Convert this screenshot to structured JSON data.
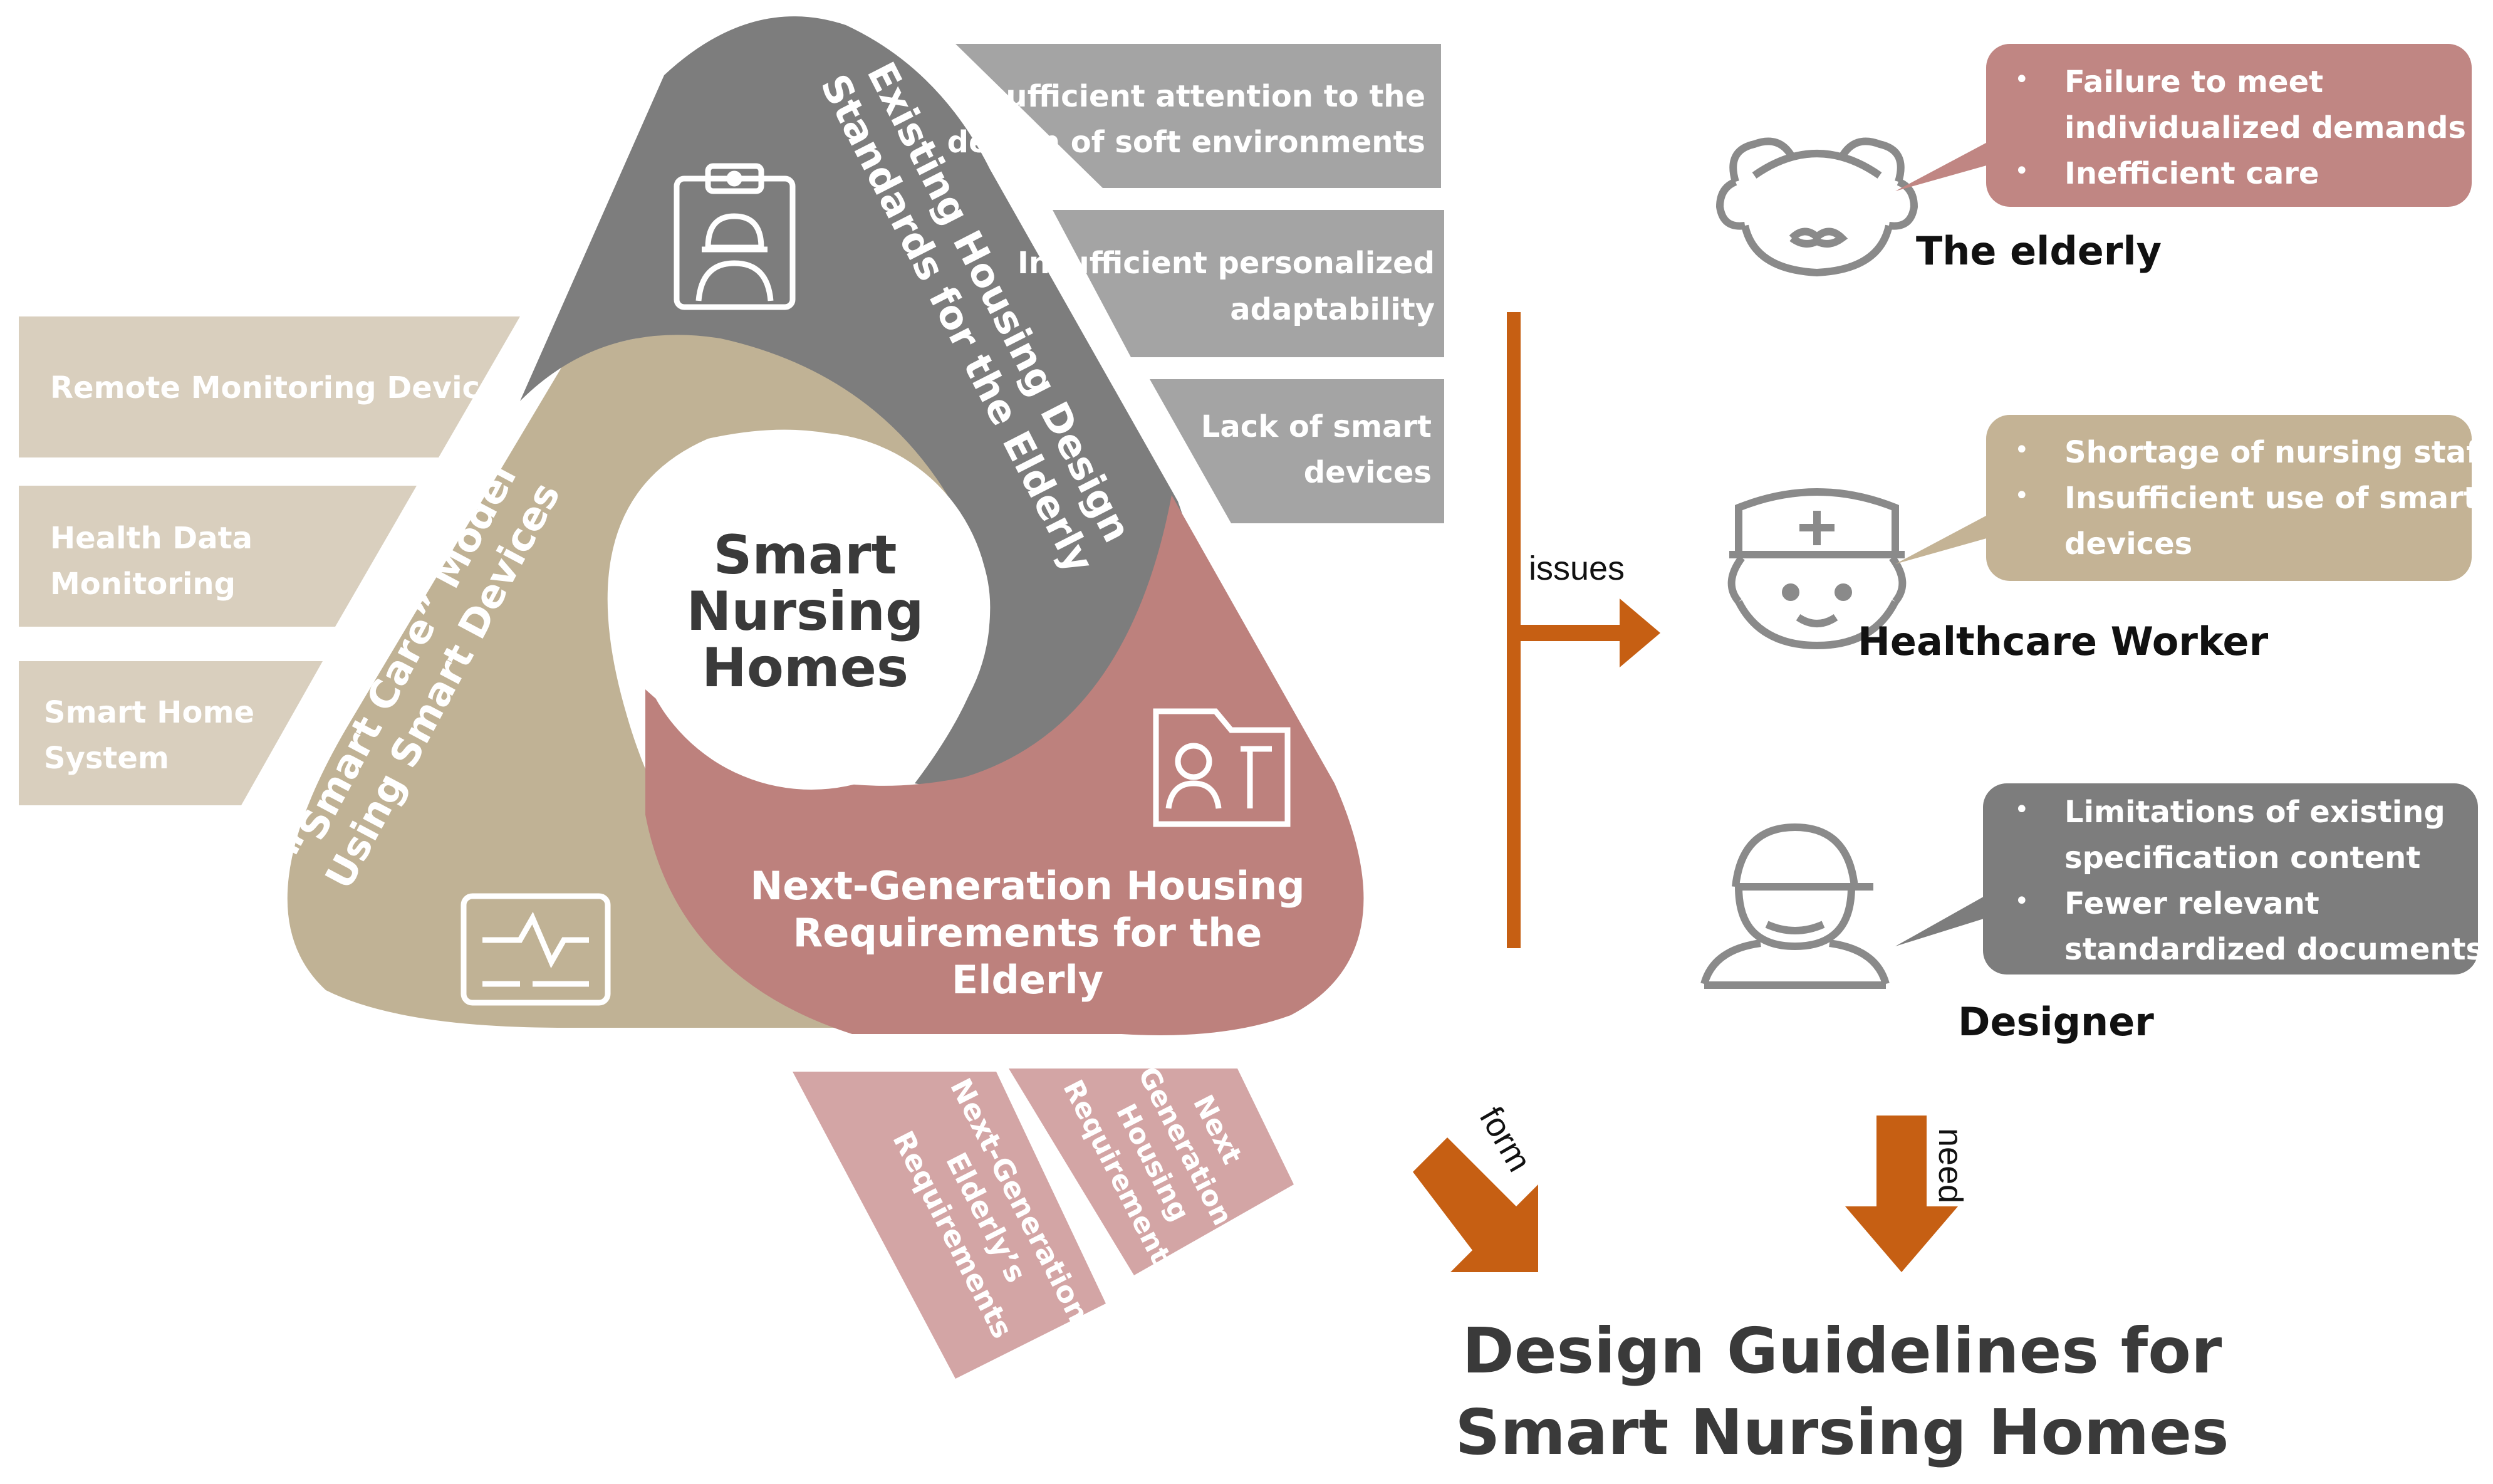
{
  "colors": {
    "gray_dark": "#7d7d7d",
    "gray_box": "#a4a4a4",
    "tan": "#c0b295",
    "tan_light": "#d9cfbe",
    "rose": "#bd817d",
    "rose_light": "#d3a5a5",
    "orange": "#c65f13",
    "bubble_rose": "#c08683",
    "bubble_tan": "#c4b395",
    "bubble_gray": "#7d7d7d",
    "icon_stroke": "#8a8a8a",
    "title_text": "#3a3a3a"
  },
  "center": {
    "lines": [
      "Smart",
      "Nursing",
      "Homes"
    ]
  },
  "arcs": {
    "gray": {
      "lines": [
        "Existing Housing Design",
        "Standards for the Elderly"
      ],
      "icon": "clipboard-worker-icon"
    },
    "tan": {
      "lines": [
        "“Smart Care” Model",
        "Using Smart Devices"
      ],
      "icon": "monitor-device-icon"
    },
    "rose": {
      "lines": [
        "Next-Generation Housing",
        "Requirements for the",
        "Elderly"
      ],
      "icon": "folder-person-icon"
    }
  },
  "gray_boxes": [
    {
      "lines": [
        "Insufficient attention to the",
        "design of soft environments"
      ]
    },
    {
      "lines": [
        "Insufficient personalized",
        "adaptability"
      ]
    },
    {
      "lines": [
        "Lack of smart",
        "devices"
      ]
    }
  ],
  "tan_boxes": [
    {
      "lines": [
        "Remote Monitoring Devices"
      ]
    },
    {
      "lines": [
        "Health Data",
        "Monitoring"
      ]
    },
    {
      "lines": [
        "Smart Home",
        "System"
      ]
    }
  ],
  "rose_boxes": [
    {
      "lines": [
        "Next-Generation",
        "Elderly’s",
        "Requirements"
      ]
    },
    {
      "lines": [
        "Next",
        "Generation",
        "Housing",
        "Requirements"
      ]
    }
  ],
  "arrows": {
    "issues": "issues",
    "form": "form",
    "need": "need"
  },
  "stakeholders": [
    {
      "name": "The elderly",
      "icon": "elderly-face-icon",
      "bullets": [
        "Failure to meet",
        "individualized demands",
        "Inefficient care"
      ],
      "bullet_starts": [
        0,
        2
      ]
    },
    {
      "name": "Healthcare Worker",
      "icon": "healthcare-worker-icon",
      "bullets": [
        "Shortage of nursing staff",
        "Insufficient use of smart",
        "devices"
      ],
      "bullet_starts": [
        0,
        1
      ]
    },
    {
      "name": "Designer",
      "icon": "designer-icon",
      "bullets": [
        "Limitations of existing",
        "specification content",
        "Fewer relevant",
        "standardized documents"
      ],
      "bullet_starts": [
        0,
        2
      ]
    }
  ],
  "bullet_symbol": "•",
  "output": {
    "lines": [
      "Design Guidelines for",
      "Smart Nursing Homes"
    ]
  }
}
